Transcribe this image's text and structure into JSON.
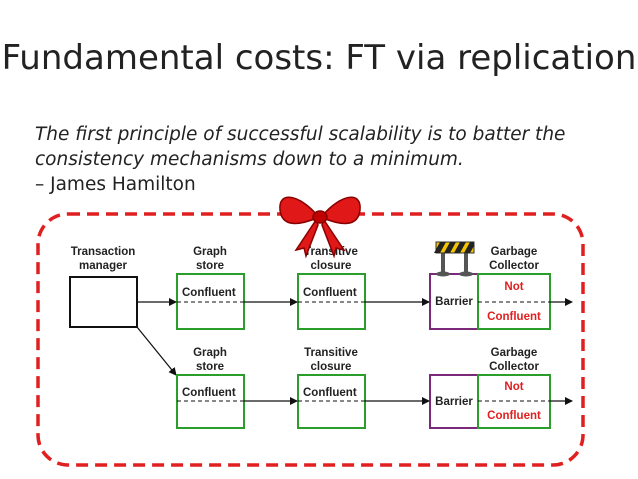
{
  "slide": {
    "title": "Fundamental costs: FT via replication",
    "quote_line1": "The first principle of successful scalability is to batter the",
    "quote_line2": "consistency mechanisms down to a minimum.",
    "attribution": "– James Hamilton"
  },
  "diagram": {
    "transaction_manager": [
      "Transaction",
      "manager"
    ],
    "rows": [
      {
        "graph_store": [
          "Graph",
          "store"
        ],
        "transitive_closure": [
          "Transitive",
          "closure"
        ],
        "garbage_collector": [
          "Garbage",
          "Collector"
        ],
        "confluent_a": "Confluent",
        "confluent_b": "Confluent",
        "barrier": "Barrier",
        "not_confluent": [
          "Not",
          "Confluent"
        ]
      },
      {
        "graph_store": [
          "Graph",
          "store"
        ],
        "transitive_closure": [
          "Transitive",
          "closure"
        ],
        "garbage_collector": [
          "Garbage",
          "Collector"
        ],
        "confluent_a": "Confluent",
        "confluent_b": "Confluent",
        "barrier": "Barrier",
        "not_confluent": [
          "Not",
          "Confluent"
        ]
      }
    ],
    "colors": {
      "border_dashed": "#e02020",
      "confluent_box": "#2a9d2a",
      "barrier_box": "#7b2a7b",
      "not_confluent_text": "#e02020",
      "bow": "#e01818"
    },
    "icons": [
      "bow-icon",
      "barricade-icon"
    ]
  }
}
